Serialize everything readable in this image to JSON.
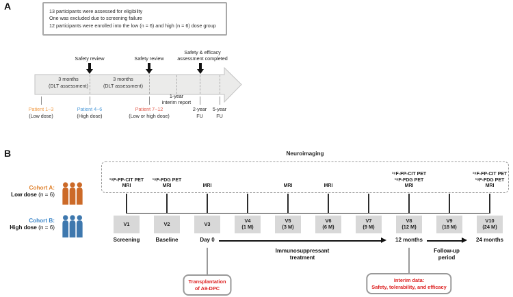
{
  "panel_a": {
    "label": "A",
    "eligibility_lines": [
      "13 participants were assessed for eligibility",
      "One was excluded due to screening failure",
      "12 participants were enrolled into the low (n = 6) and high (n = 6) dose group"
    ],
    "segments": [
      {
        "lines": [
          "3 months",
          "(DLT assessment)"
        ]
      },
      {
        "lines": [
          "3 months",
          "(DLT assessment)"
        ]
      }
    ],
    "safety_reviews": [
      {
        "lines": [
          "Safety review"
        ]
      },
      {
        "lines": [
          "Safety review"
        ]
      },
      {
        "lines": [
          "Safety & efficacy",
          "assessment completed"
        ]
      }
    ],
    "interim_report": {
      "lines": [
        "1-year",
        "interim report"
      ]
    },
    "patient_groups": [
      {
        "title": "Patient 1~3",
        "subtitle": "(Low dose)",
        "color": "#f09a43"
      },
      {
        "title": "Patient 4~6",
        "subtitle": "(High dose)",
        "color": "#4f9bd9"
      },
      {
        "title": "Patient 7~12",
        "subtitle": "(Low or high dose)",
        "color": "#e2594a"
      },
      {
        "title": "2-year",
        "subtitle": "FU",
        "color": "#2a2a2a"
      },
      {
        "title": "5-year",
        "subtitle": "FU",
        "color": "#2a2a2a"
      }
    ]
  },
  "panel_b": {
    "label": "B",
    "neuroimaging_title": "Neuroimaging",
    "cohorts": [
      {
        "name": "Cohort A:",
        "dose": "Low dose",
        "n": " (n = 6)",
        "name_color": "#e0832f",
        "icon_color": "#cc6a28"
      },
      {
        "name": "Cohort B:",
        "dose": "High dose",
        "n": " (n = 6)",
        "name_color": "#3c86c8",
        "icon_color": "#3e78ae"
      }
    ],
    "visits": [
      {
        "id": "V1",
        "month": "",
        "imaging": [
          "¹⁸F-FP-CIT PET",
          "MRI"
        ],
        "below": "Screening"
      },
      {
        "id": "V2",
        "month": "",
        "imaging": [
          "¹⁸F-FDG PET",
          "MRI"
        ],
        "below": "Baseline"
      },
      {
        "id": "V3",
        "month": "",
        "imaging": [
          "MRI"
        ],
        "below": "Day 0"
      },
      {
        "id": "V4",
        "month": "(1 M)",
        "imaging": [],
        "below": ""
      },
      {
        "id": "V5",
        "month": "(3 M)",
        "imaging": [
          "MRI"
        ],
        "below": ""
      },
      {
        "id": "V6",
        "month": "(6 M)",
        "imaging": [
          "MRI"
        ],
        "below": ""
      },
      {
        "id": "V7",
        "month": "(9 M)",
        "imaging": [],
        "below": ""
      },
      {
        "id": "V8",
        "month": "(12 M)",
        "imaging": [
          "¹⁸F-FP-CIT PET",
          "¹⁸F-FDG PET",
          "MRI"
        ],
        "below": "12 months"
      },
      {
        "id": "V9",
        "month": "(18 M)",
        "imaging": [],
        "below": ""
      },
      {
        "id": "V10",
        "month": "(24 M)",
        "imaging": [
          "¹⁸F-FP-CIT PET",
          "¹⁸F-FDG PET",
          "MRI"
        ],
        "below": "24 months"
      }
    ],
    "phases": [
      {
        "lines": [
          "Immunosuppressant",
          "treatment"
        ]
      },
      {
        "lines": [
          "Follow-up",
          "period"
        ]
      }
    ],
    "callouts": [
      {
        "lines": [
          "Transplantation",
          "of A9-DPC"
        ],
        "color": "#dd2222"
      },
      {
        "lines": [
          "Interim data:",
          "Safety, tolerability, and efficacy"
        ],
        "color": "#dd2222"
      }
    ]
  },
  "colors": {
    "timeline_arrow_fill": "#ebebea",
    "timeline_arrow_stroke": "#c2c2c2",
    "visit_box_fill": "#d8d8d8",
    "callout_border": "#999999",
    "callout_text": "#dd2222"
  }
}
